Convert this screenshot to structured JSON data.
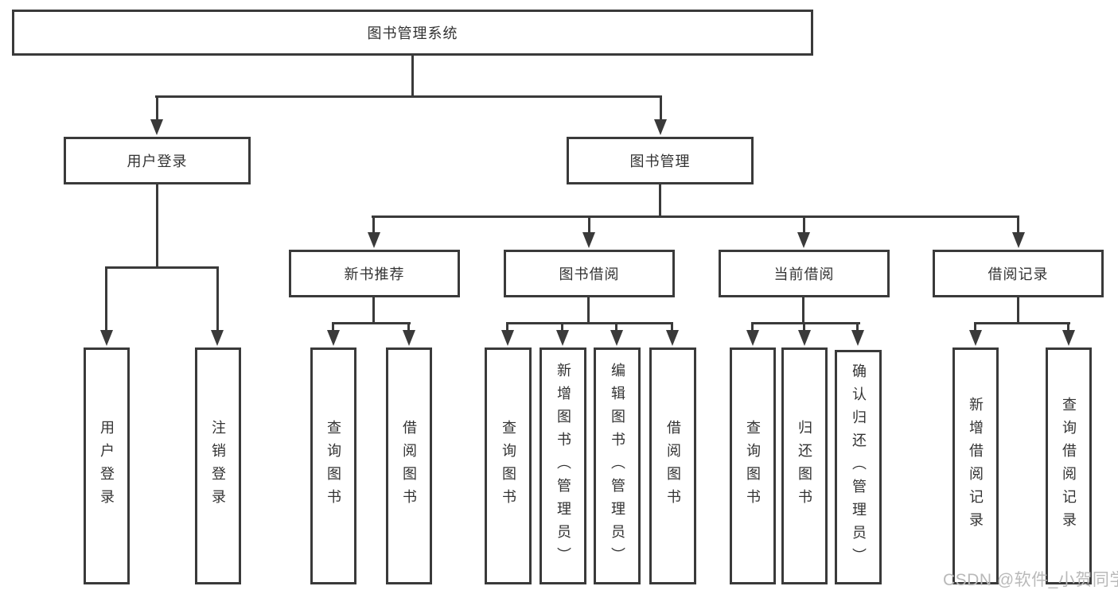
{
  "colors": {
    "background": "#ffffff",
    "line": "#3a3a3a",
    "text": "#333333",
    "watermark": "#b9b9b9"
  },
  "tree": {
    "root": {
      "label": "图书管理系统"
    },
    "branches": [
      {
        "label": "用户登录",
        "children": [
          {
            "label": "用户登录"
          },
          {
            "label": "注销登录"
          }
        ]
      },
      {
        "label": "图书管理",
        "sections": [
          {
            "label": "新书推荐",
            "children": [
              {
                "label": "查询图书"
              },
              {
                "label": "借阅图书"
              }
            ]
          },
          {
            "label": "图书借阅",
            "children": [
              {
                "label": "查询图书"
              },
              {
                "label": "新增图书（管理员）"
              },
              {
                "label": "编辑图书（管理员）"
              },
              {
                "label": "借阅图书"
              }
            ]
          },
          {
            "label": "当前借阅",
            "children": [
              {
                "label": "查询图书"
              },
              {
                "label": "归还图书"
              },
              {
                "label": "确认归还（管理员）"
              }
            ]
          },
          {
            "label": "借阅记录",
            "children": [
              {
                "label": "新增借阅记录"
              },
              {
                "label": "查询借阅记录"
              }
            ]
          }
        ]
      }
    ]
  },
  "watermark": {
    "text": "CSDN @软件_小贺同学"
  }
}
